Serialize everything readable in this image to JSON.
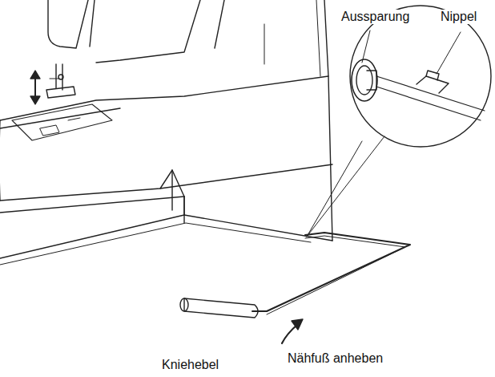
{
  "diagram": {
    "labels": [
      "Aussparung",
      "Nippel",
      "Kniehebel",
      "Nähfuß anheben"
    ]
  }
}
